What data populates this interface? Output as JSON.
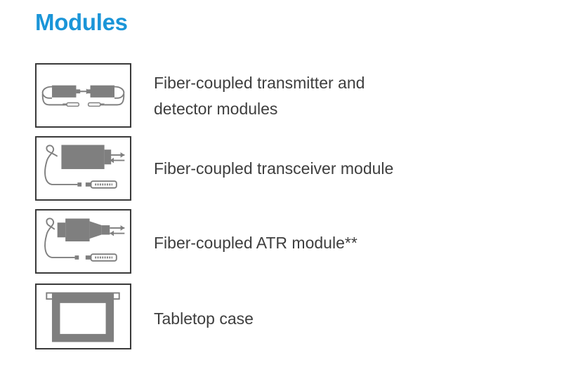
{
  "section": {
    "title": "Modules"
  },
  "modules": [
    {
      "line1": "Fiber-coupled transmitter and",
      "line2": "detector modules",
      "icon": "transmitter-detector-icon"
    },
    {
      "line1": "Fiber-coupled transceiver module",
      "icon": "transceiver-icon"
    },
    {
      "line1": "Fiber-coupled ATR module**",
      "icon": "atr-module-icon"
    },
    {
      "line1": "Tabletop case",
      "icon": "tabletop-case-icon"
    }
  ],
  "colors": {
    "title": "#1a95d8",
    "text": "#3e3e3e",
    "icon": "#7f7f7f",
    "border": "#3a3a3a"
  }
}
